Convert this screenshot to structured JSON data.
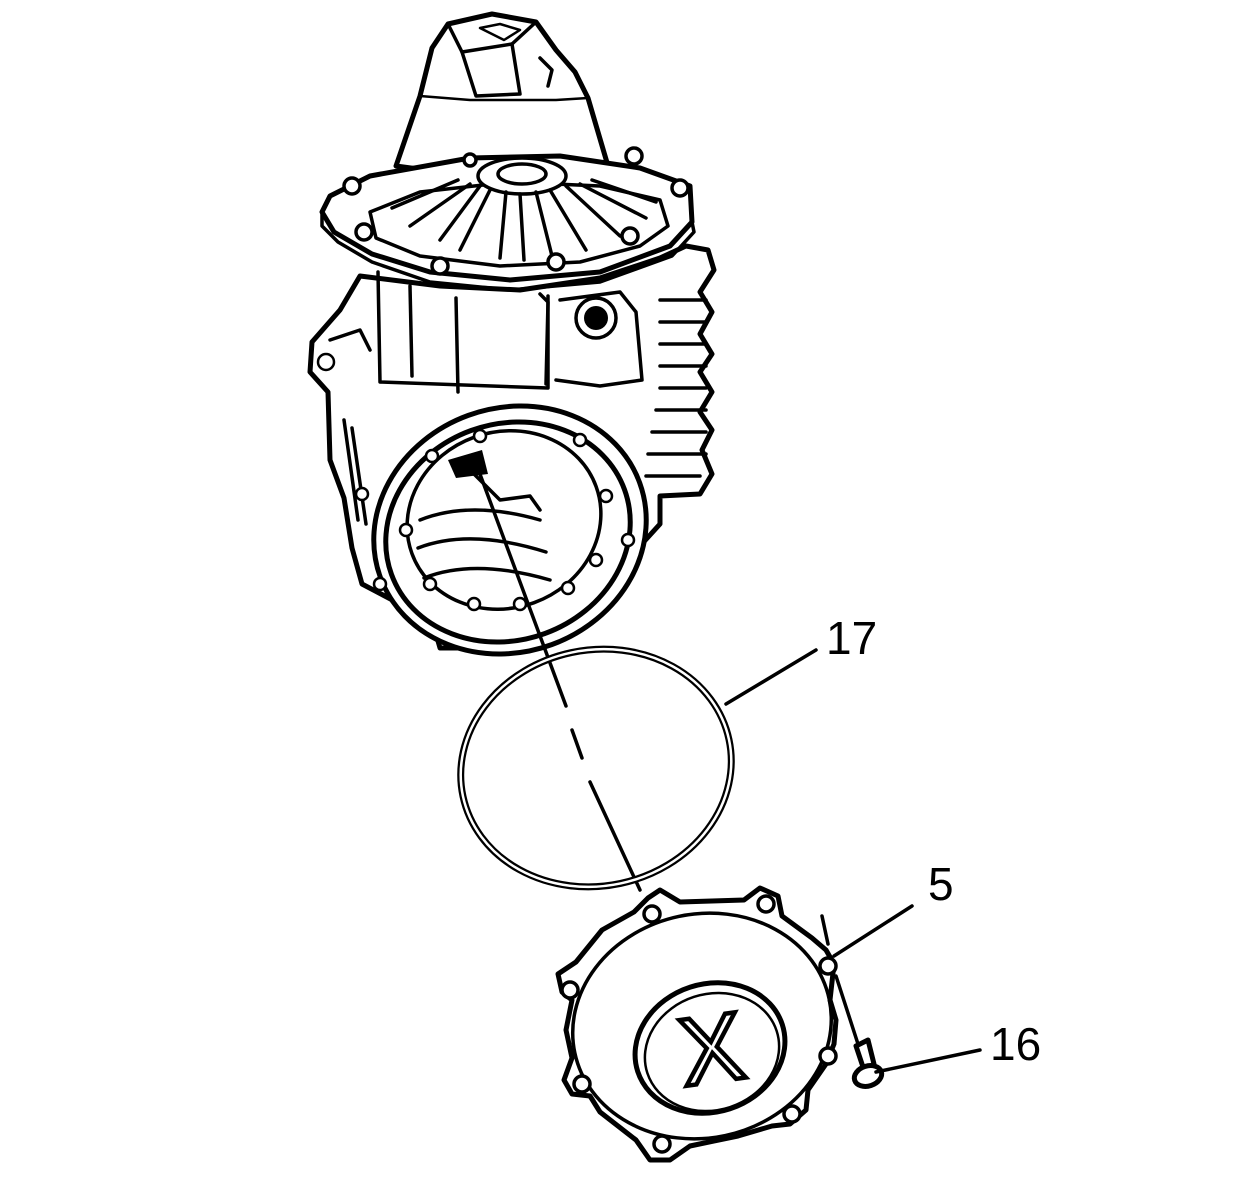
{
  "callouts": [
    {
      "id": "17",
      "label": "17",
      "part": "seal-ring"
    },
    {
      "id": "5",
      "label": "5",
      "part": "cover"
    },
    {
      "id": "16",
      "label": "16",
      "part": "bolt"
    }
  ],
  "cover_emblem": "X",
  "colors": {
    "line": "#000000",
    "background": "#ffffff"
  }
}
